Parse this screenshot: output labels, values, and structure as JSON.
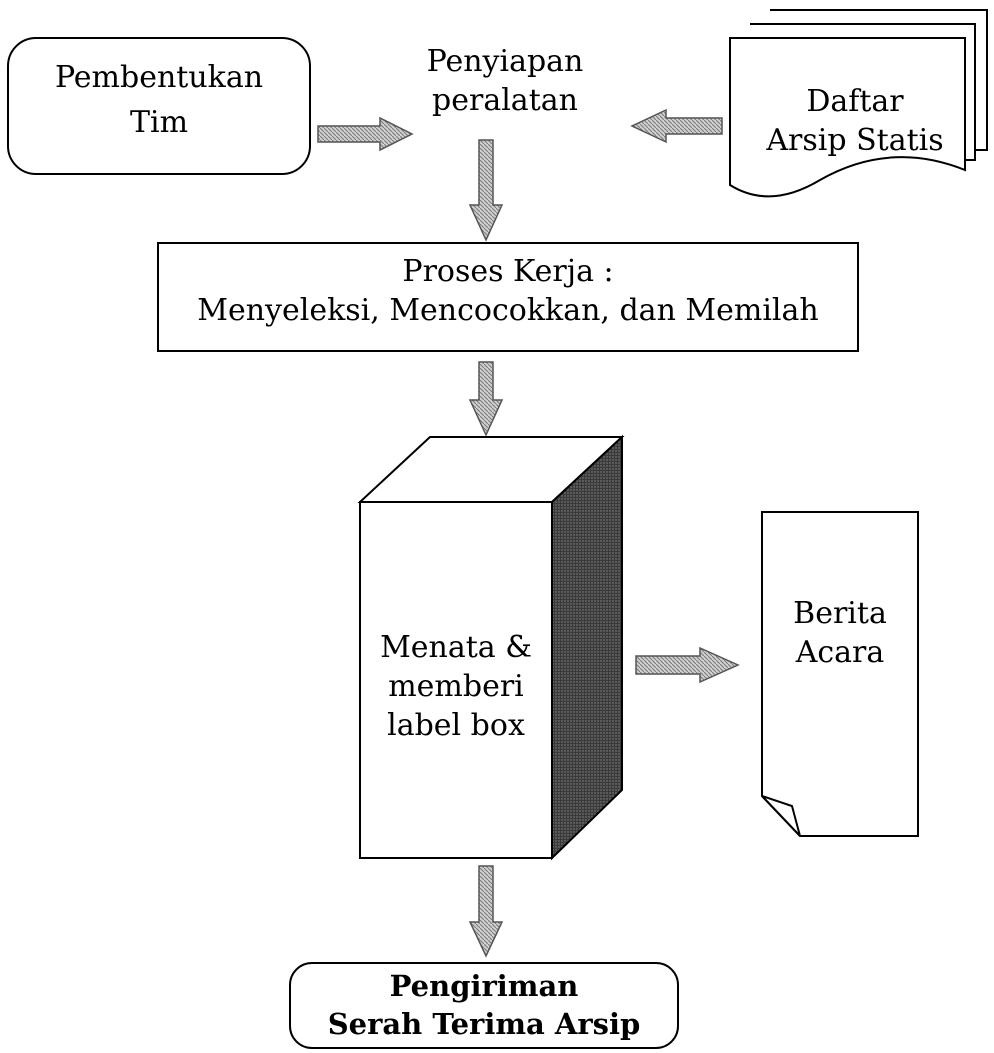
{
  "nodes": {
    "team_formation": {
      "line1": "Pembentukan",
      "line2": "Tim"
    },
    "equipment_prep": {
      "line1": "Penyiapan",
      "line2": "peralatan"
    },
    "static_archive_list": {
      "line1": "Daftar",
      "line2": "Arsip Statis"
    },
    "work_process": {
      "line1": "Proses Kerja :",
      "line2": "Menyeleksi, Mencocokkan, dan Memilah"
    },
    "box_labeling": {
      "line1": "Menata &",
      "line2": "memberi",
      "line3": "label box"
    },
    "minutes": {
      "line1": "Berita",
      "line2": "Acara"
    },
    "delivery": {
      "line1": "Pengiriman",
      "line2": "Serah Terima Arsip"
    }
  },
  "colors": {
    "stroke": "#000000",
    "arrow_fill": "#bdbdbd",
    "box_side": "#3a3a3a",
    "box_face": "#ffffff"
  },
  "icons": {
    "arrow": "hatched-block-arrow-icon",
    "documents": "stacked-documents-icon",
    "document": "folded-corner-document-icon",
    "box": "3d-box-icon"
  }
}
